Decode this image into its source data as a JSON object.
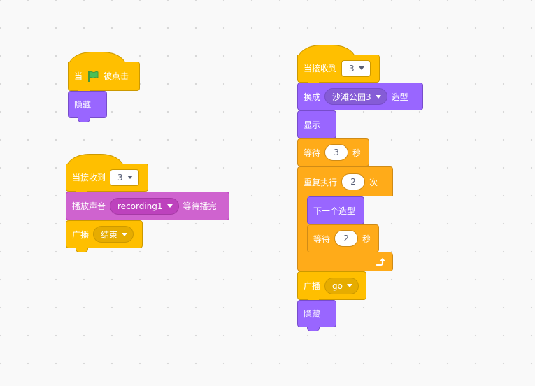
{
  "scripts": [
    {
      "blocks": [
        {
          "when_text": "当",
          "flag_icon": "green-flag-icon",
          "clicked_text": "被点击"
        },
        {
          "label": "隐藏"
        }
      ]
    },
    {
      "blocks": [
        {
          "label": "当接收到",
          "value": "3"
        },
        {
          "label": "播放声音",
          "value": "recording1",
          "suffix": "等待播完"
        },
        {
          "label": "广播",
          "value": "结束"
        }
      ]
    },
    {
      "blocks": [
        {
          "label": "当接收到",
          "value": "3"
        },
        {
          "label": "换成",
          "value": "沙滩公园3",
          "suffix": "造型"
        },
        {
          "label": "显示"
        },
        {
          "label": "等待",
          "value": "3",
          "suffix": "秒"
        },
        {
          "label": "重复执行",
          "value": "2",
          "suffix": "次",
          "loop_icon": "loop-arrow-icon"
        },
        {
          "label": "下一个造型"
        },
        {
          "label": "等待",
          "value": "2",
          "suffix": "秒"
        },
        {
          "label": "广播",
          "value": "go"
        },
        {
          "label": "隐藏"
        }
      ]
    }
  ],
  "colors": {
    "events": "#ffbf00",
    "control": "#ffab19",
    "looks": "#9966ff",
    "sound": "#cf63cf",
    "background": "#f9f9f9"
  }
}
